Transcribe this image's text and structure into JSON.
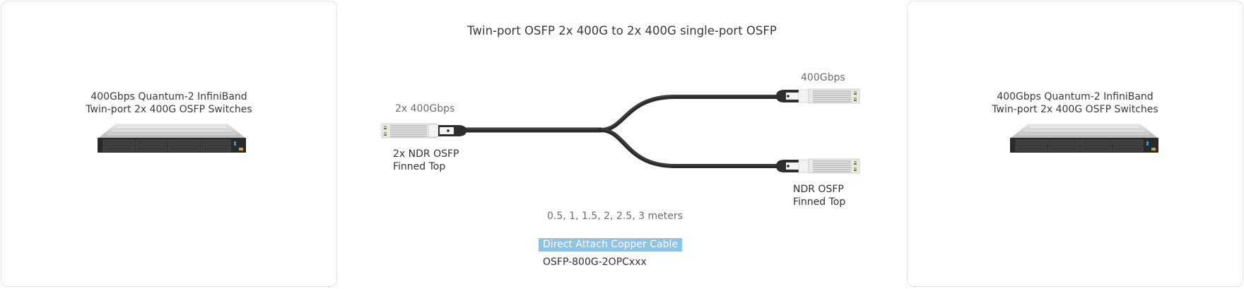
{
  "diagram": {
    "title": "Twin-port OSFP 2x 400G to 2x 400G single-port OSFP",
    "left_device": {
      "line1": "400Gbps Quantum-2 InfiniBand",
      "line2": "Twin-port 2x 400G OSFP Switches",
      "icon": "network-switch-icon"
    },
    "right_device": {
      "line1": "400Gbps Quantum-2 InfiniBand",
      "line2": "Twin-port 2x 400G OSFP Switches",
      "icon": "network-switch-icon"
    },
    "cable": {
      "left_end": {
        "speed": "2x 400Gbps",
        "type_line1": "2x NDR OSFP",
        "type_line2": "Finned Top"
      },
      "right_end": {
        "speed": "400Gbps",
        "type_line1": "NDR OSFP",
        "type_line2": "Finned Top",
        "count": 2
      },
      "lengths": "0.5, 1, 1.5, 2, 2.5, 3 meters",
      "category": "Direct Attach Copper Cable",
      "part_number": "OSFP-800G-2OPCxxx"
    },
    "colors": {
      "badge_bg": "#8ec3e3",
      "cable": "#2b2b2b",
      "panel_border": "#e3e3e3"
    }
  }
}
